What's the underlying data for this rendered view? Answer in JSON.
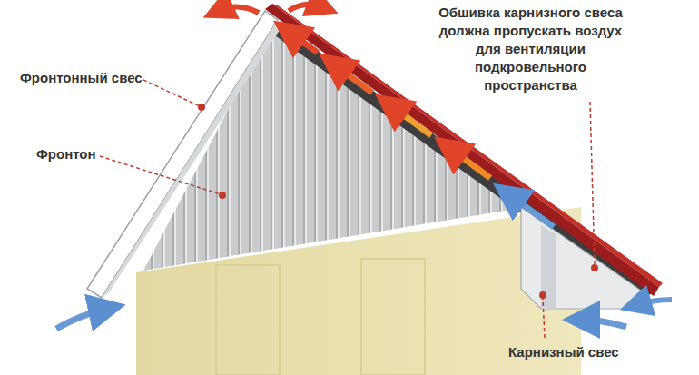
{
  "diagram": {
    "labels": [
      "Фронтонный свес",
      "Фронтон",
      "Обшивка карнизного свеса должна пропускать воздух для вентиляции подкровельного пространства",
      "Карнизный свес"
    ]
  }
}
